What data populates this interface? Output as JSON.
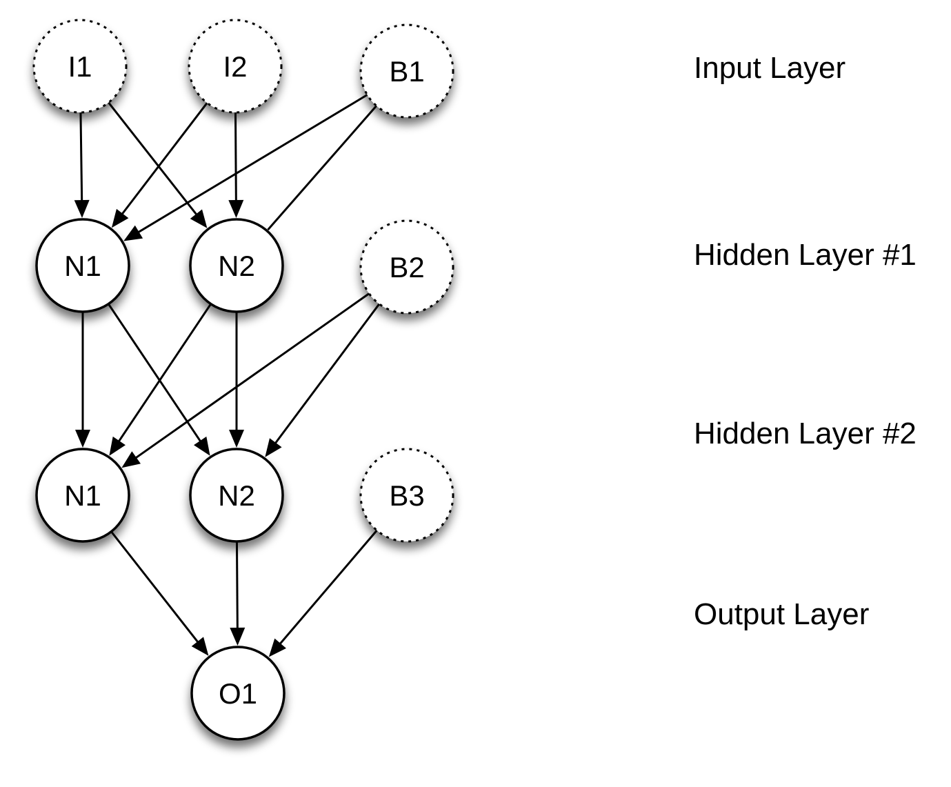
{
  "nodes": [
    {
      "id": "I1",
      "label": "I1",
      "kind": "input",
      "style": "dashed"
    },
    {
      "id": "I2",
      "label": "I2",
      "kind": "input",
      "style": "dashed"
    },
    {
      "id": "B1",
      "label": "B1",
      "kind": "bias",
      "style": "dashed"
    },
    {
      "id": "H1N1",
      "label": "N1",
      "kind": "hidden",
      "style": "solid"
    },
    {
      "id": "H1N2",
      "label": "N2",
      "kind": "hidden",
      "style": "solid"
    },
    {
      "id": "B2",
      "label": "B2",
      "kind": "bias",
      "style": "dashed"
    },
    {
      "id": "H2N1",
      "label": "N1",
      "kind": "hidden",
      "style": "solid"
    },
    {
      "id": "H2N2",
      "label": "N2",
      "kind": "hidden",
      "style": "solid"
    },
    {
      "id": "B3",
      "label": "B3",
      "kind": "bias",
      "style": "dashed"
    },
    {
      "id": "O1",
      "label": "O1",
      "kind": "output",
      "style": "solid"
    }
  ],
  "edges": [
    {
      "from": "I1",
      "to": "H1N1",
      "arrow": true
    },
    {
      "from": "I1",
      "to": "H1N2",
      "arrow": true
    },
    {
      "from": "I2",
      "to": "H1N1",
      "arrow": true
    },
    {
      "from": "I2",
      "to": "H1N2",
      "arrow": true
    },
    {
      "from": "B1",
      "to": "H1N1",
      "arrow": true
    },
    {
      "from": "B1",
      "to": "H1N2",
      "arrow": false
    },
    {
      "from": "H1N1",
      "to": "H2N1",
      "arrow": true
    },
    {
      "from": "H1N1",
      "to": "H2N2",
      "arrow": true
    },
    {
      "from": "H1N2",
      "to": "H2N1",
      "arrow": true
    },
    {
      "from": "H1N2",
      "to": "H2N2",
      "arrow": true
    },
    {
      "from": "B2",
      "to": "H2N1",
      "arrow": true
    },
    {
      "from": "B2",
      "to": "H2N2",
      "arrow": true
    },
    {
      "from": "H2N1",
      "to": "O1",
      "arrow": true
    },
    {
      "from": "H2N2",
      "to": "O1",
      "arrow": true
    },
    {
      "from": "B3",
      "to": "O1",
      "arrow": true
    }
  ],
  "layers": {
    "input": "Input Layer",
    "hidden1": "Hidden Layer #1",
    "hidden2": "Hidden Layer #2",
    "output": "Output Layer"
  }
}
